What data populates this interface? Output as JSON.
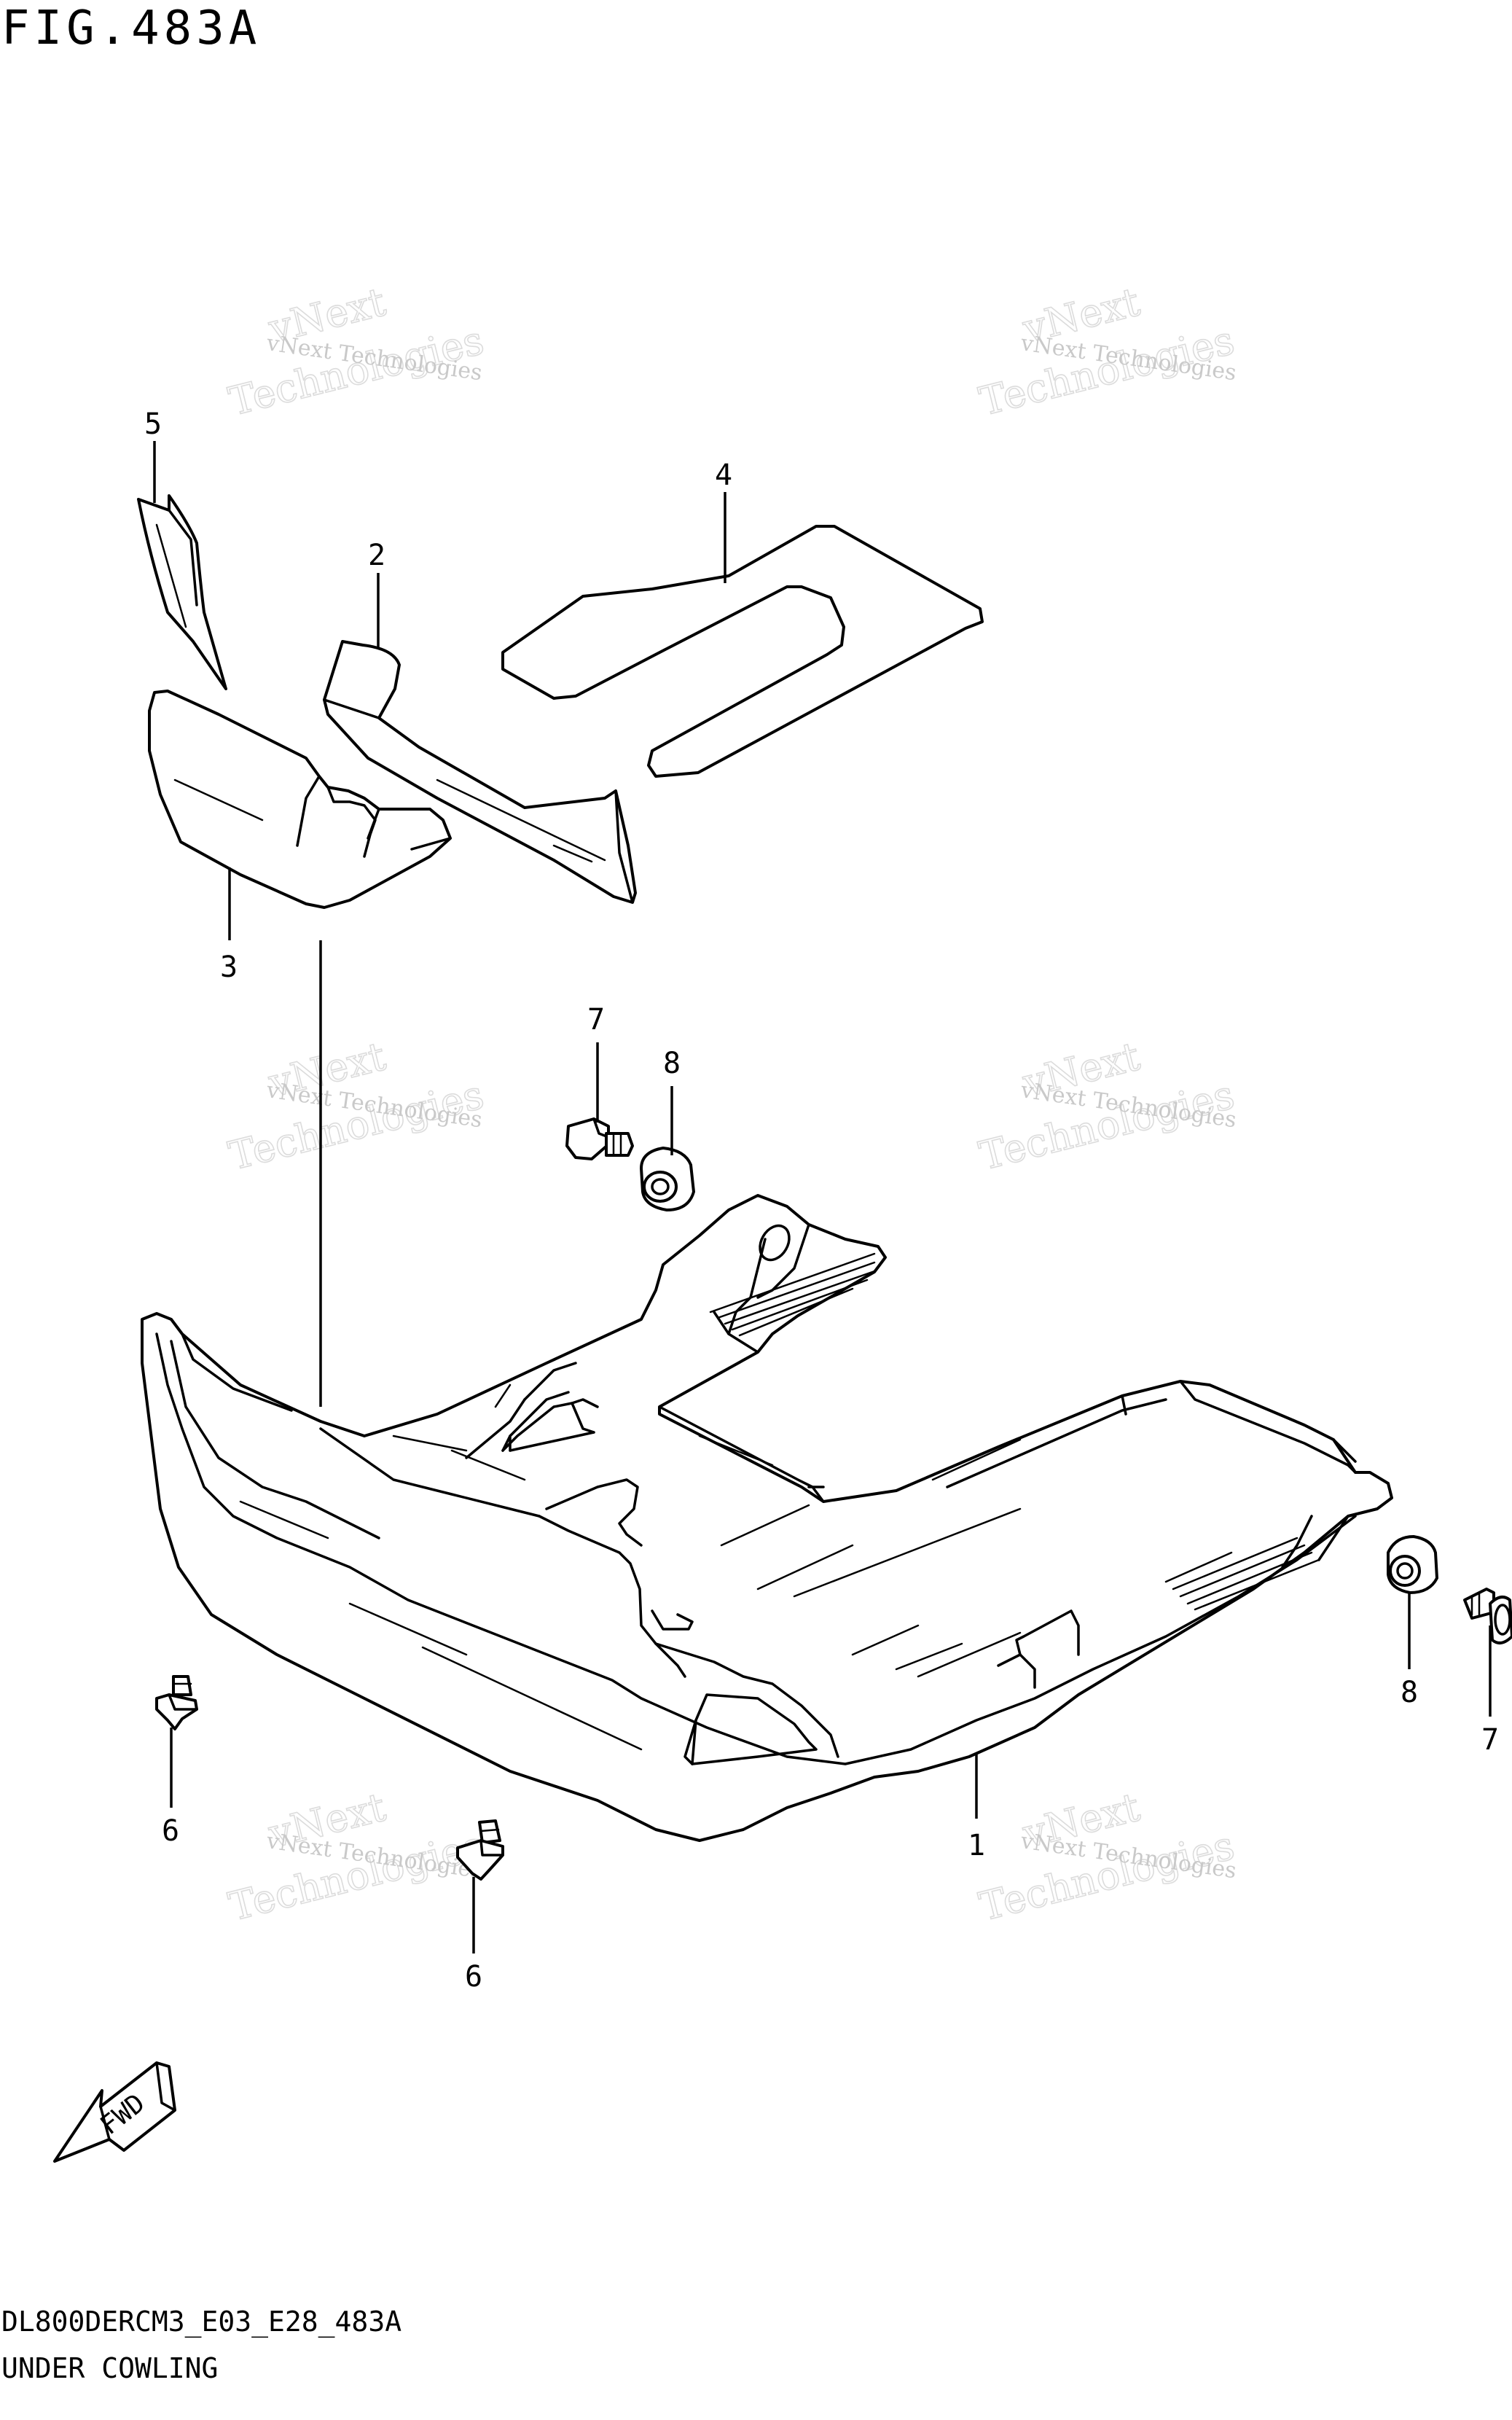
{
  "figure": {
    "title": "FIG.483A",
    "model_code": "DL800DERCM3_E03_E28_483A",
    "caption": "UNDER COWLING"
  },
  "watermark": {
    "line1": "vNext Technologies",
    "line2": "vNext",
    "line3": "Technologies"
  },
  "callouts": [
    {
      "id": "1",
      "label": "1"
    },
    {
      "id": "2",
      "label": "2"
    },
    {
      "id": "3",
      "label": "3"
    },
    {
      "id": "4",
      "label": "4"
    },
    {
      "id": "5",
      "label": "5"
    },
    {
      "id": "6a",
      "label": "6"
    },
    {
      "id": "6b",
      "label": "6"
    },
    {
      "id": "7a",
      "label": "7"
    },
    {
      "id": "7b",
      "label": "7"
    },
    {
      "id": "8a",
      "label": "8"
    },
    {
      "id": "8b",
      "label": "8"
    }
  ],
  "direction_arrow": {
    "label": "FWD",
    "icon": "fwd-arrow-icon"
  }
}
